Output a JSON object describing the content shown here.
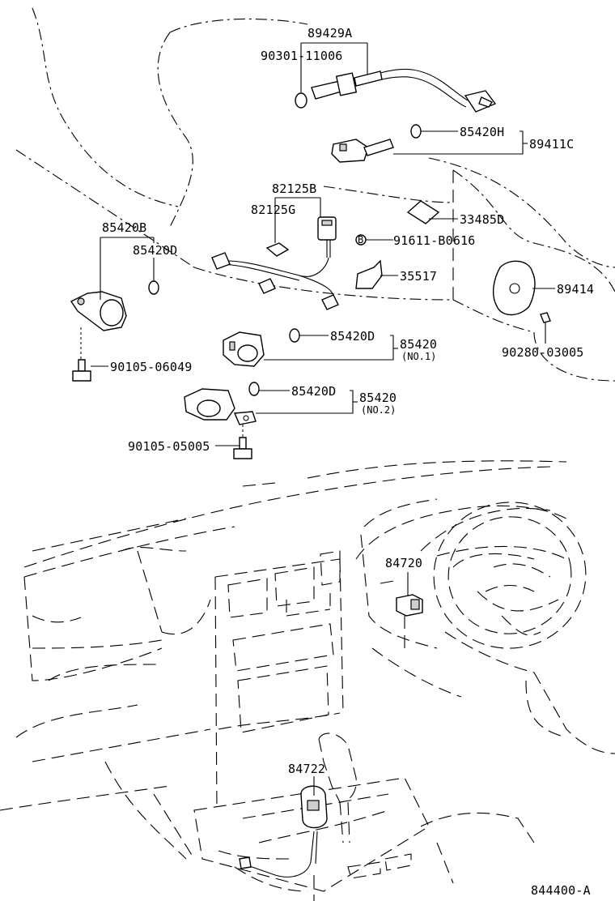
{
  "diagram": {
    "parts": {
      "p89429A": "89429A",
      "p90301_11006": "90301-11006",
      "p85420H": "85420H",
      "p89411C": "89411C",
      "p82125B": "82125B",
      "p82125G": "82125G",
      "p33485D": "33485D",
      "p85420B": "85420B",
      "p85420D_a": "85420D",
      "p91611_B0616": "91611-B0616",
      "p35517": "35517",
      "p89414": "89414",
      "p85420D_b": "85420D",
      "p85420_1": "85420",
      "p85420_1_note": "(NO.1)",
      "p90280_03005": "90280-03005",
      "p90105_06049": "90105-06049",
      "p85420D_c": "85420D",
      "p85420_2": "85420",
      "p85420_2_note": "(NO.2)",
      "p90105_05005": "90105-05005",
      "p84720": "84720",
      "p84722": "84722",
      "bolt_marker": "B"
    },
    "figure_code": "844400-A"
  }
}
